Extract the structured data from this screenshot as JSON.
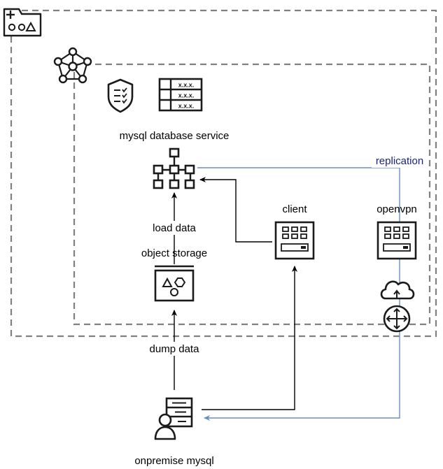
{
  "labels": {
    "mysql_service": "mysql database service",
    "replication": "replication",
    "client": "client",
    "openvpn": "openvpn",
    "load_data": "load data",
    "object_storage": "object storage",
    "dump_data": "dump data",
    "onpremise_mysql": "onpremise mysql"
  },
  "table_cells": [
    "x.x.x.",
    "x.x.x.",
    "x.x.x."
  ],
  "colors": {
    "outer_boundary": "#808080",
    "arrow": "#000000",
    "replication_line": "#6c8ebf",
    "replication_text": "#1a237e",
    "icon": "#1b1b1b"
  }
}
